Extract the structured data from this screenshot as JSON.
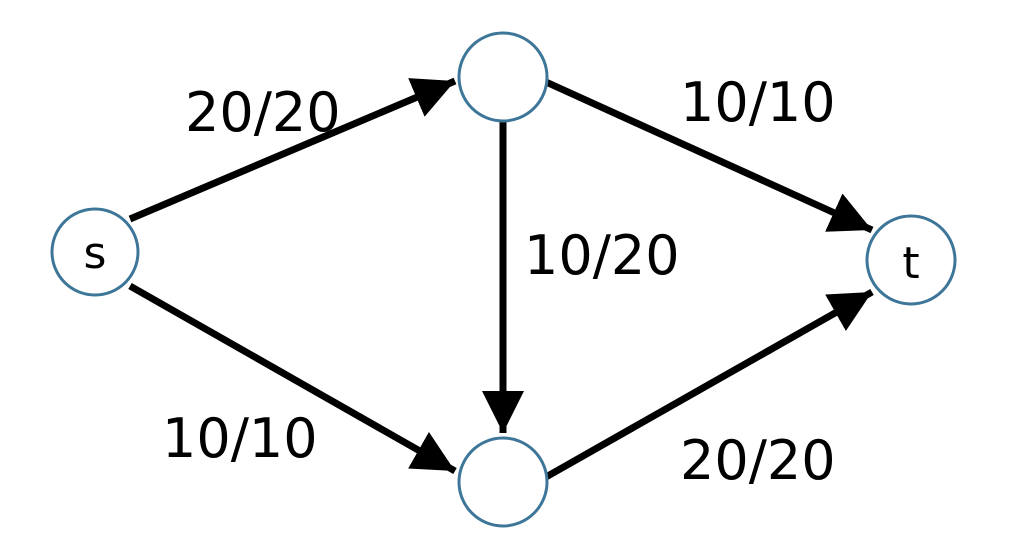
{
  "nodes": {
    "s": {
      "label": "s"
    },
    "a": {
      "label": ""
    },
    "b": {
      "label": ""
    },
    "t": {
      "label": "t"
    }
  },
  "edges": {
    "s_a": {
      "from": "s",
      "to": "a",
      "label": "20/20"
    },
    "s_b": {
      "from": "s",
      "to": "b",
      "label": "10/10"
    },
    "a_b": {
      "from": "a",
      "to": "b",
      "label": "10/20"
    },
    "a_t": {
      "from": "a",
      "to": "t",
      "label": "10/10"
    },
    "b_t": {
      "from": "b",
      "to": "t",
      "label": "20/20"
    }
  },
  "colors": {
    "node_stroke": "#3d7698",
    "edge": "#000000",
    "text": "#000000"
  }
}
